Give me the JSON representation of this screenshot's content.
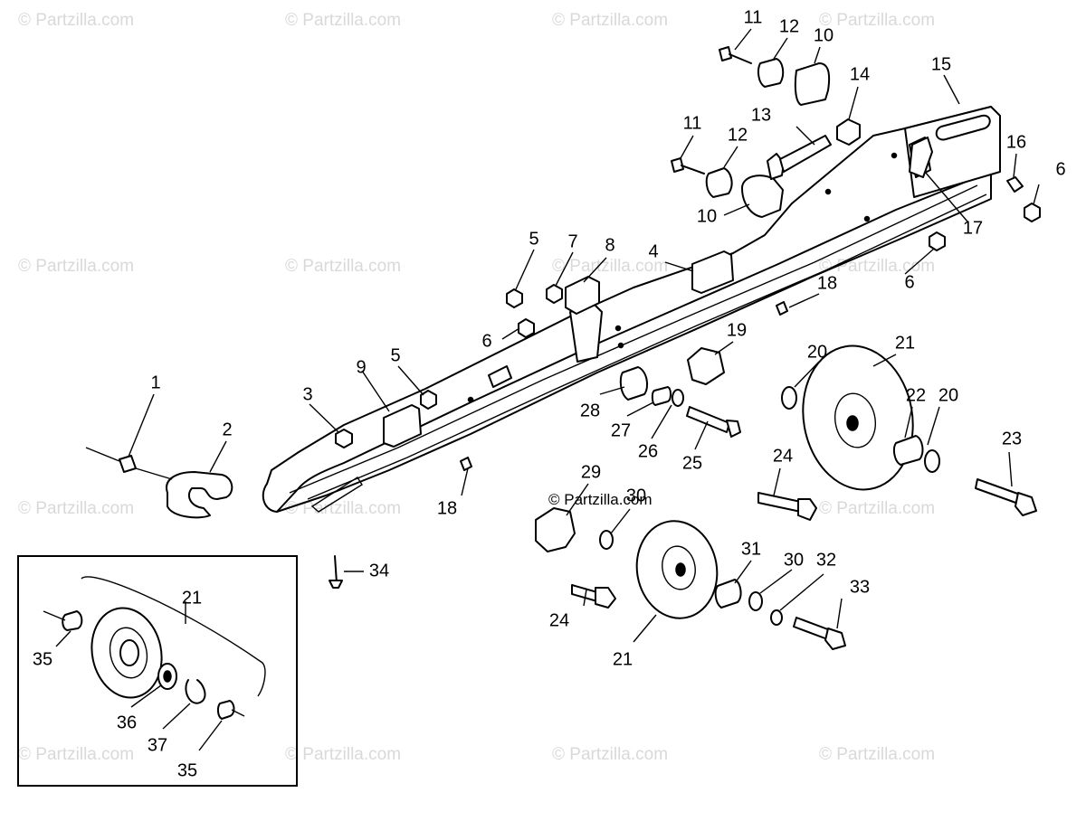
{
  "watermark_text": "© Partzilla.com",
  "center_watermark_text": "© Partzilla.com",
  "callouts": [
    "1",
    "2",
    "3",
    "4",
    "5",
    "5",
    "6",
    "6",
    "6",
    "6",
    "7",
    "8",
    "9",
    "10",
    "10",
    "11",
    "11",
    "12",
    "12",
    "13",
    "14",
    "15",
    "16",
    "17",
    "18",
    "18",
    "19",
    "20",
    "20",
    "21",
    "21",
    "21",
    "21",
    "22",
    "23",
    "24",
    "24",
    "25",
    "26",
    "27",
    "28",
    "29",
    "30",
    "30",
    "31",
    "32",
    "33",
    "34",
    "35",
    "35",
    "36",
    "37"
  ]
}
